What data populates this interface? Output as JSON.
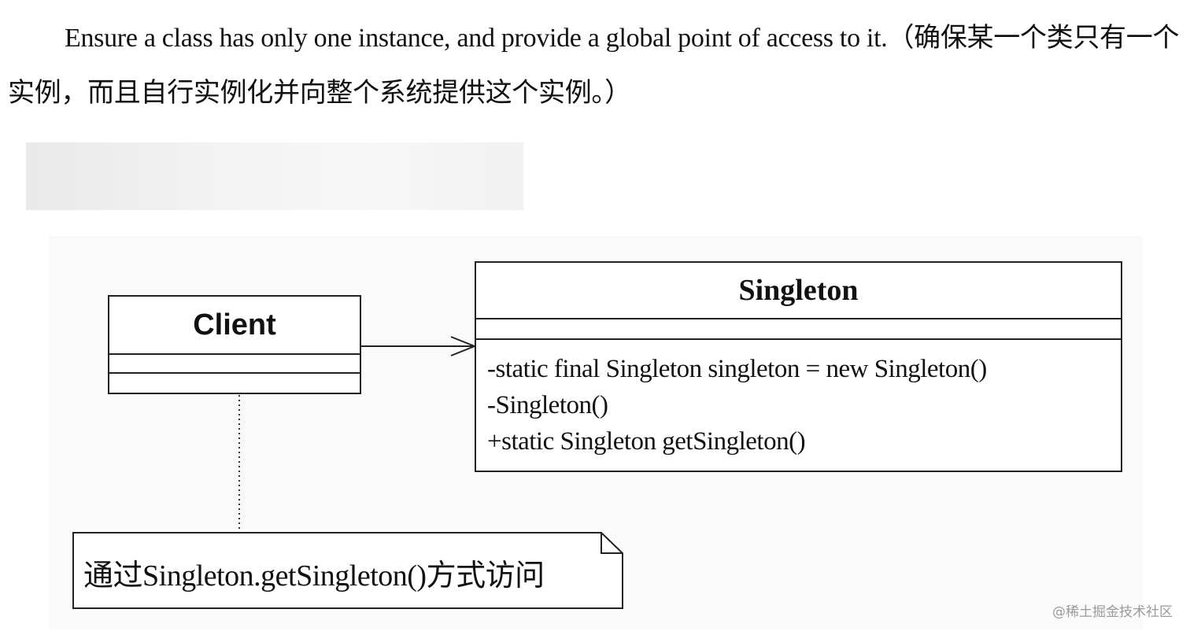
{
  "intro": {
    "text": "Ensure a class has only one instance, and provide a global point of access to it.（确保某一个类只有一个实例，而且自行实例化并向整个系统提供这个实例。）"
  },
  "diagram": {
    "client": {
      "name": "Client"
    },
    "singleton": {
      "name": "Singleton",
      "methods": [
        "-static final Singleton singleton = new Singleton()",
        "-Singleton()",
        "+static Singleton getSingleton()"
      ]
    },
    "note": {
      "text": "通过Singleton.getSingleton()方式访问"
    }
  },
  "watermark": "@稀土掘金技术社区"
}
